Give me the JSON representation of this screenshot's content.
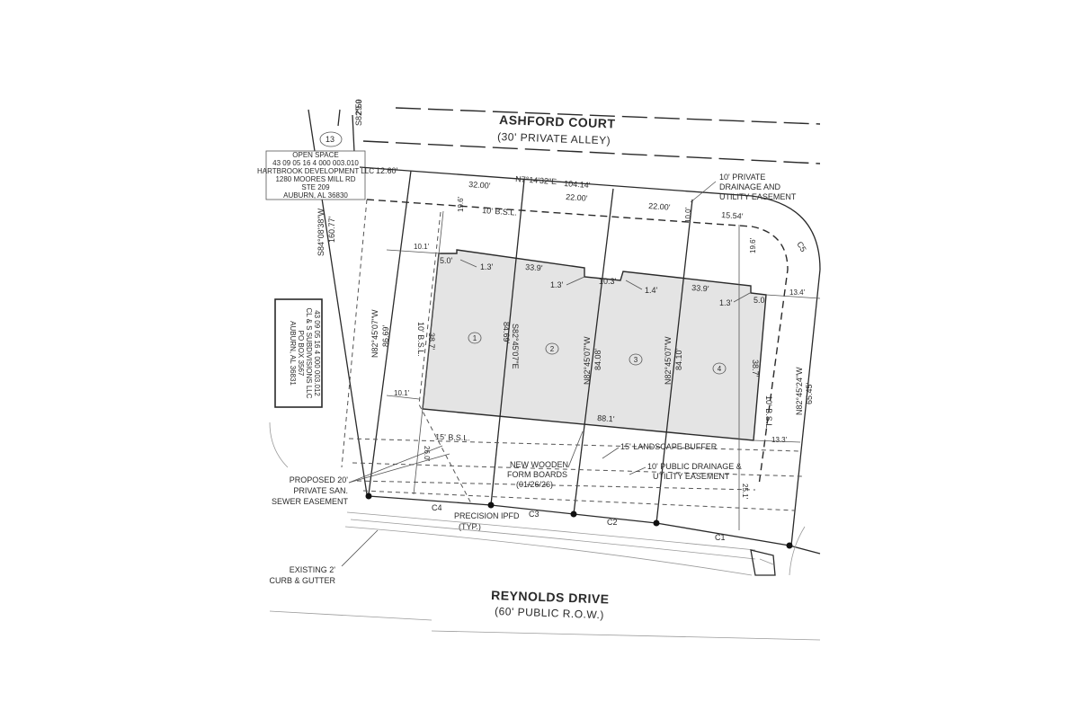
{
  "streets": {
    "north_name": "ASHFORD COURT",
    "north_sub": "(30' PRIVATE ALLEY)",
    "south_name": "REYNOLDS DRIVE",
    "south_sub": "(60' PUBLIC R.O.W.)"
  },
  "open_space": {
    "lot_no": "13",
    "lines": [
      "OPEN SPACE",
      "43 09 05 16 4 000 003.010",
      "HARTBROOK DEVELOPMENT LLC",
      "1280 MOORES MILL RD",
      "STE 209",
      "AUBURN, AL  36830"
    ]
  },
  "west_owner": {
    "lines": [
      "43 09 05 16 4 000 003.012",
      "CL & S SUBDIVISIONS LLC",
      "PO BOX 3567",
      "AUBURN, AL 36831"
    ]
  },
  "bearings": {
    "north_line": "N7°14'32\"E",
    "north_total": "104.14'",
    "west_bearing": "S84°08'38\"W",
    "west_dist": "160.77'",
    "east_bearing": "N82°45'24\"W",
    "east_dist": "65.45'",
    "top_bearing": "S82°50",
    "top_dist": "29.9",
    "lot1_west_bearing": "N82°45'07\"W",
    "lot1_west_dist": "86.69'",
    "line_12_bearing": "S82°45'07\"E",
    "line_12_dist": "84.69'",
    "line_23_bearing": "N82°45'07\"W",
    "line_23_dist": "84.08'",
    "line_34_bearing": "N82°45'07\"W",
    "line_34_dist": "84.10'"
  },
  "dims": {
    "nw_frontage": "12.60'",
    "f1": "32.00'",
    "f2": "22.00'",
    "f3": "22.00'",
    "f4": "15.54'",
    "bsl_front": "10' B.S.L.",
    "bsl_side_w": "10' B.S.L.",
    "bsl_side_e": "10' B.S.L.",
    "bsl_rear": "15' B.S.L.",
    "setback_w_top": "10.1'",
    "setback_w_bot": "10.1'",
    "setback_e_top": "13.4'",
    "setback_e_bot": "13.3'",
    "front_gap_1": "19.6'",
    "front_gap_2": "10.0'",
    "front_gap_3": "19.6'",
    "offset_a": "5.0'",
    "offset_b": "1.3'",
    "bldg_seg_1": "33.9'",
    "offset_c": "1.3'",
    "offset_d": "10.3'",
    "offset_e": "1.4'",
    "bldg_seg_2": "33.9'",
    "offset_f": "1.3'",
    "offset_g": "5.0'",
    "depth_w": "38.7'",
    "depth_e": "38.7'",
    "rear_width": "88.1'",
    "rear_gap_w": "26.0'",
    "rear_gap_e": "25.1'"
  },
  "lots": [
    "1",
    "2",
    "3",
    "4"
  ],
  "curves": {
    "c1": "C1",
    "c2": "C2",
    "c3": "C3",
    "c4": "C4",
    "c5": "C5"
  },
  "notes": {
    "drainage_n": [
      "10' PRIVATE",
      "DRAINAGE AND",
      "UTILITY EASEMENT"
    ],
    "landscape": "15' LANDSCAPE BUFFER",
    "drainage_s": [
      "10' PUBLIC DRAINAGE &",
      "UTILITY EASEMENT"
    ],
    "form_boards": [
      "NEW WOODEN",
      "FORM BOARDS",
      "(01/26/26)"
    ],
    "sewer": [
      "PROPOSED 20'",
      "PRIVATE SAN.",
      "SEWER EASEMENT"
    ],
    "ipfd": [
      "PRECISION IPFD",
      "(TYP.)"
    ],
    "curb": [
      "EXISTING 2'",
      "CURB & GUTTER"
    ]
  },
  "colors": {
    "building_fill": "#e4e4e4",
    "line": "#2a2a2a"
  }
}
